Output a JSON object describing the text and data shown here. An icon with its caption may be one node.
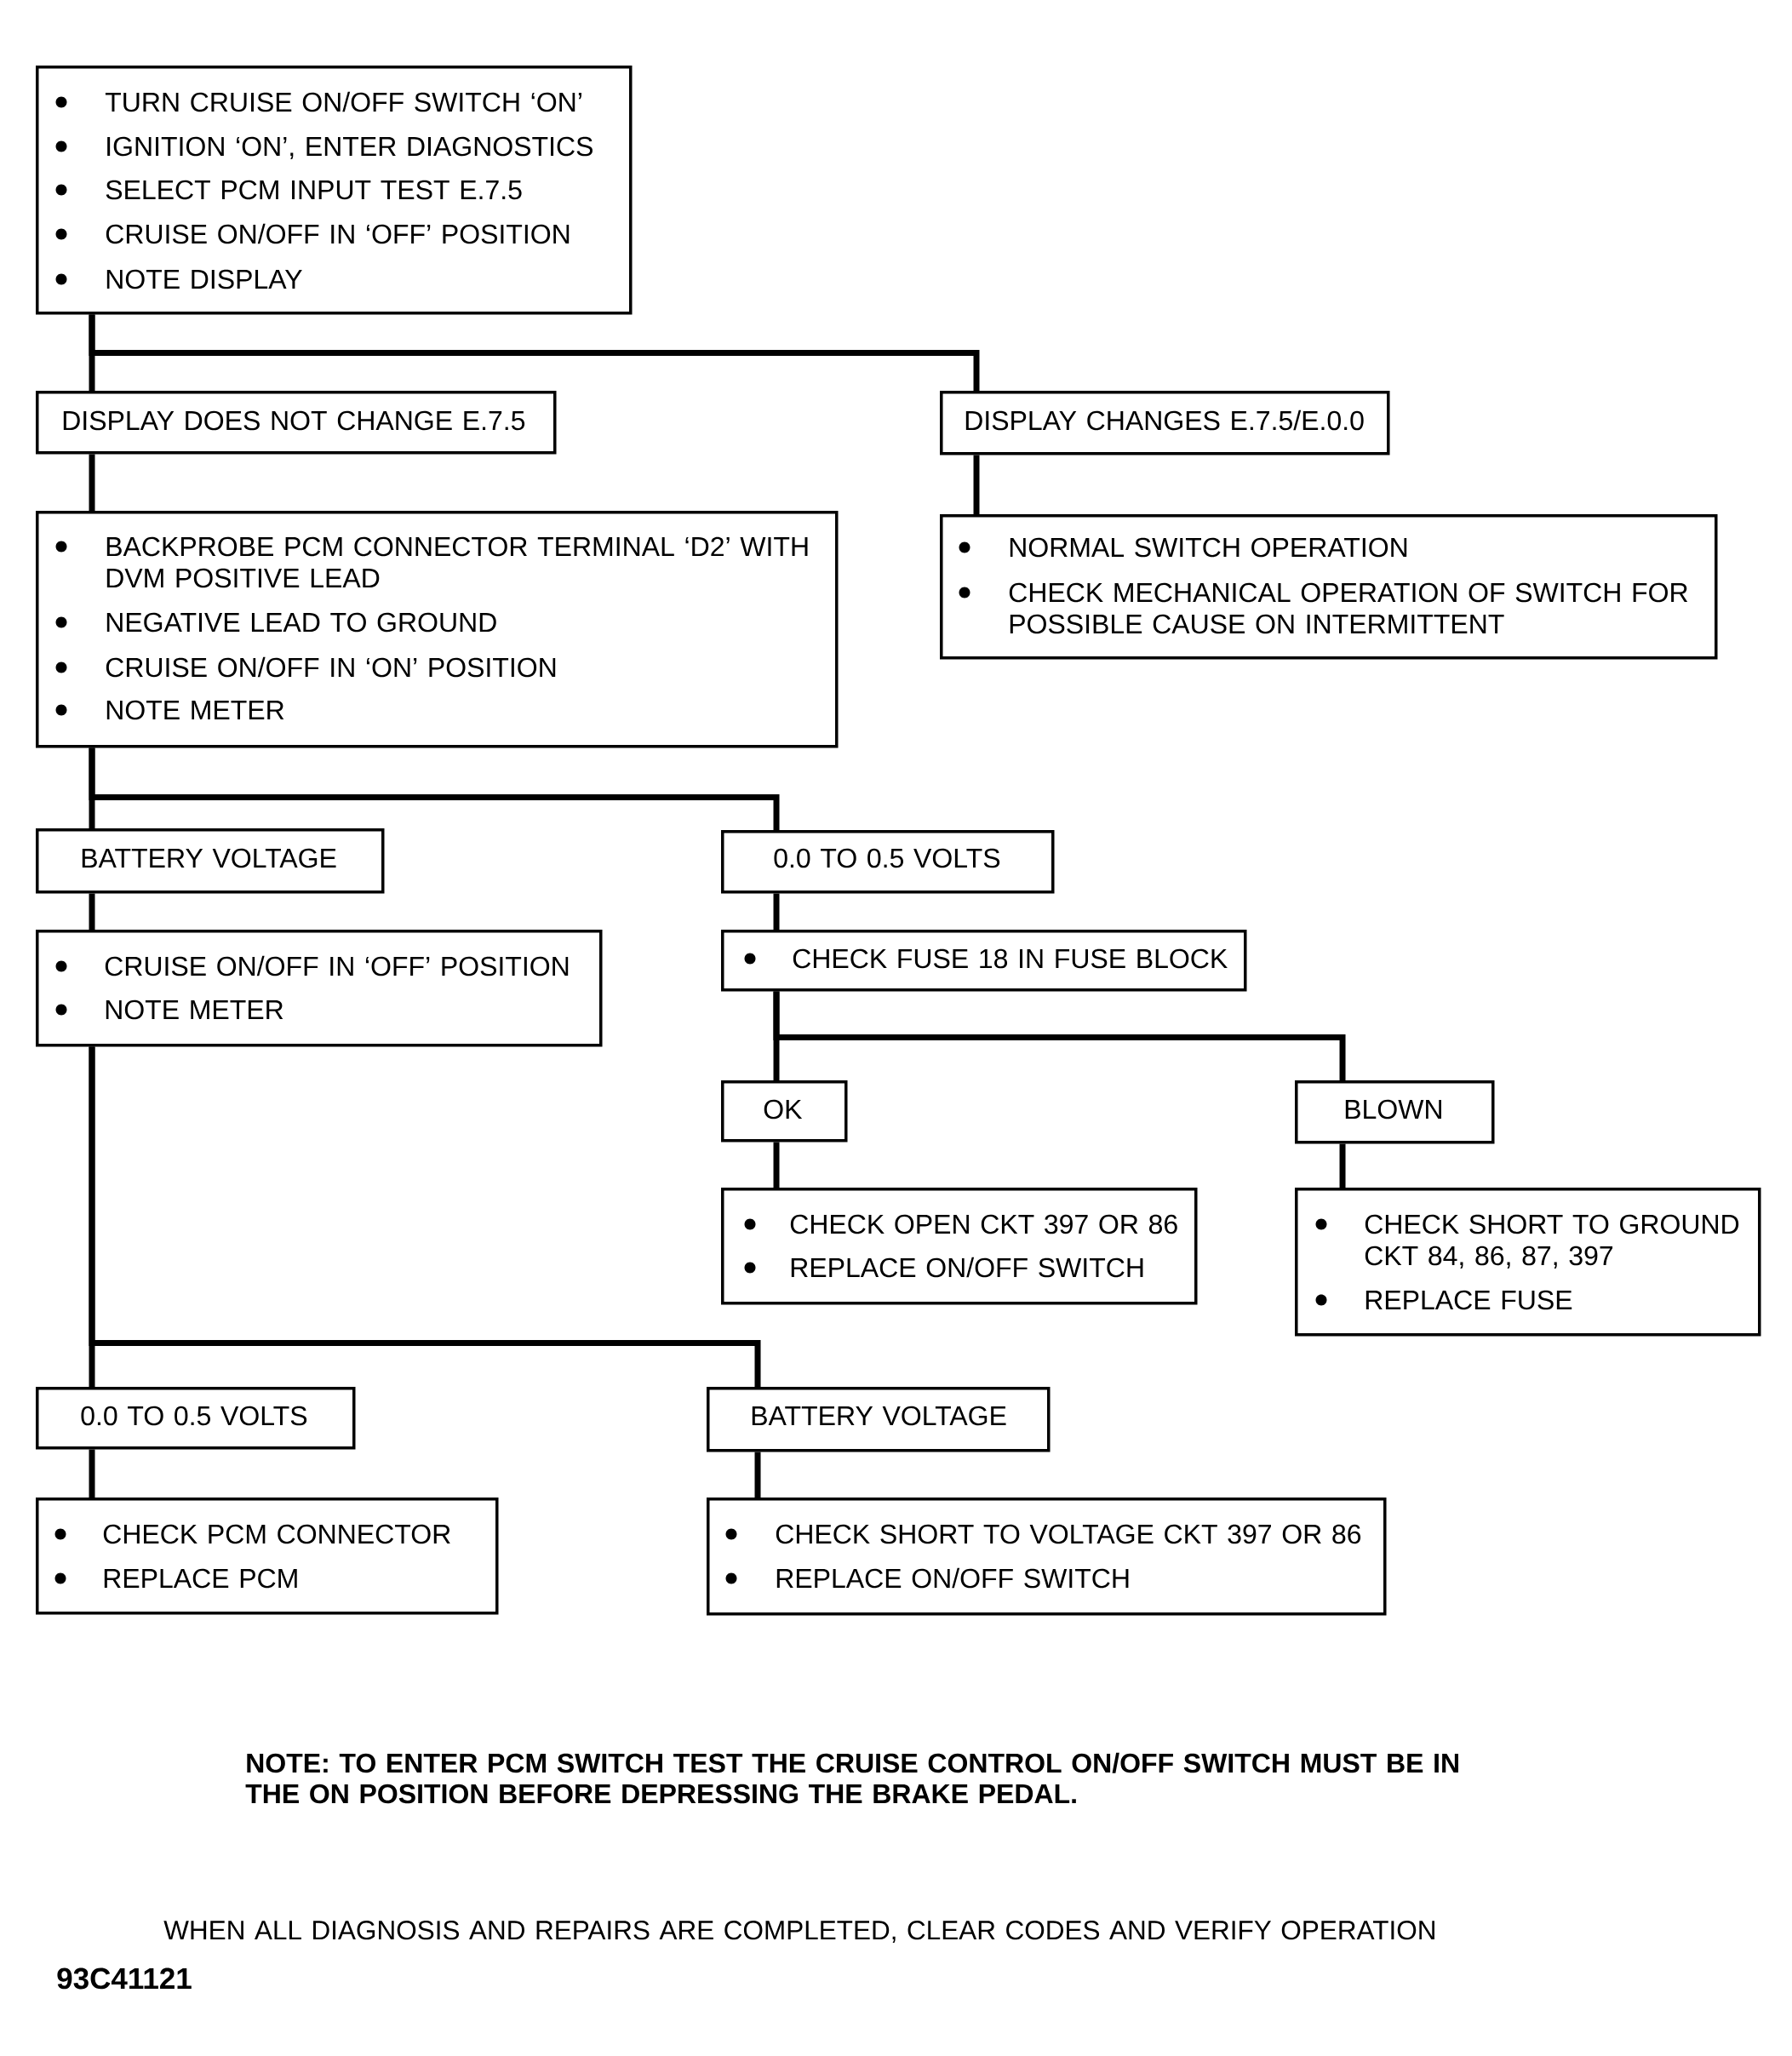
{
  "diagram": {
    "nodes": [
      {
        "text": [
          "TURN CRUISE ON/OFF SWITCH ‘ON’",
          "IGNITION ‘ON’, ENTER DIAGNOSTICS",
          "SELECT PCM INPUT TEST E.7.5",
          "CRUISE ON/OFF IN ‘OFF’ POSITION",
          "NOTE DISPLAY"
        ]
      },
      {
        "text": [
          "DISPLAY DOES NOT CHANGE E.7.5"
        ]
      },
      {
        "text": [
          "DISPLAY CHANGES E.7.5/E.0.0"
        ]
      },
      {
        "text": [
          "BACKPROBE PCM CONNECTOR TERMINAL ‘D2’ WITH DVM POSITIVE LEAD",
          "NEGATIVE LEAD TO GROUND",
          "CRUISE ON/OFF IN ‘ON’ POSITION",
          "NOTE METER"
        ]
      },
      {
        "text": [
          "NORMAL SWITCH OPERATION",
          "CHECK MECHANICAL OPERATION OF SWITCH FOR POSSIBLE CAUSE ON INTERMITTENT"
        ]
      },
      {
        "text": [
          "BATTERY VOLTAGE"
        ]
      },
      {
        "text": [
          "0.0 TO 0.5 VOLTS"
        ]
      },
      {
        "text": [
          "CRUISE ON/OFF IN ‘OFF’ POSITION",
          "NOTE METER"
        ]
      },
      {
        "text": [
          "CHECK FUSE 18 IN FUSE BLOCK"
        ]
      },
      {
        "text": [
          "OK"
        ]
      },
      {
        "text": [
          "BLOWN"
        ]
      },
      {
        "text": [
          "CHECK OPEN CKT 397 OR 86",
          "REPLACE ON/OFF SWITCH"
        ]
      },
      {
        "text": [
          "CHECK SHORT TO GROUND CKT 84, 86, 87, 397",
          "REPLACE FUSE"
        ]
      },
      {
        "text": [
          "0.0 TO 0.5 VOLTS"
        ]
      },
      {
        "text": [
          "BATTERY VOLTAGE"
        ]
      },
      {
        "text": [
          "CHECK PCM CONNECTOR",
          "REPLACE PCM"
        ]
      },
      {
        "text": [
          "CHECK SHORT TO VOLTAGE CKT 397 OR 86",
          "REPLACE ON/OFF SWITCH"
        ]
      }
    ],
    "edges": [
      {
        "from": 0,
        "to": 1,
        "arrow": "none"
      },
      {
        "from": 0,
        "to": 2,
        "arrow": "none"
      },
      {
        "from": 1,
        "to": 3,
        "arrow": "none"
      },
      {
        "from": 2,
        "to": 4,
        "arrow": "none"
      },
      {
        "from": 3,
        "to": 5,
        "arrow": "none"
      },
      {
        "from": 3,
        "to": 6,
        "arrow": "none"
      },
      {
        "from": 5,
        "to": 7,
        "arrow": "none"
      },
      {
        "from": 6,
        "to": 8,
        "arrow": "none"
      },
      {
        "from": 8,
        "to": 9,
        "arrow": "none"
      },
      {
        "from": 8,
        "to": 10,
        "arrow": "none"
      },
      {
        "from": 9,
        "to": 11,
        "arrow": "none"
      },
      {
        "from": 10,
        "to": 12,
        "arrow": "none"
      },
      {
        "from": 7,
        "to": 13,
        "arrow": "none"
      },
      {
        "from": 7,
        "to": 14,
        "arrow": "none"
      },
      {
        "from": 13,
        "to": 15,
        "arrow": "none"
      },
      {
        "from": 14,
        "to": 16,
        "arrow": "none"
      }
    ],
    "labels": [
      "NOTE: TO ENTER PCM SWITCH TEST THE CRUISE CONTROL ON/OFF SWITCH MUST BE IN THE ON POSITION BEFORE DEPRESSING THE BRAKE PEDAL.",
      "WHEN ALL DIAGNOSIS AND REPAIRS ARE COMPLETED, CLEAR CODES AND VERIFY OPERATION",
      "93C41121"
    ]
  }
}
